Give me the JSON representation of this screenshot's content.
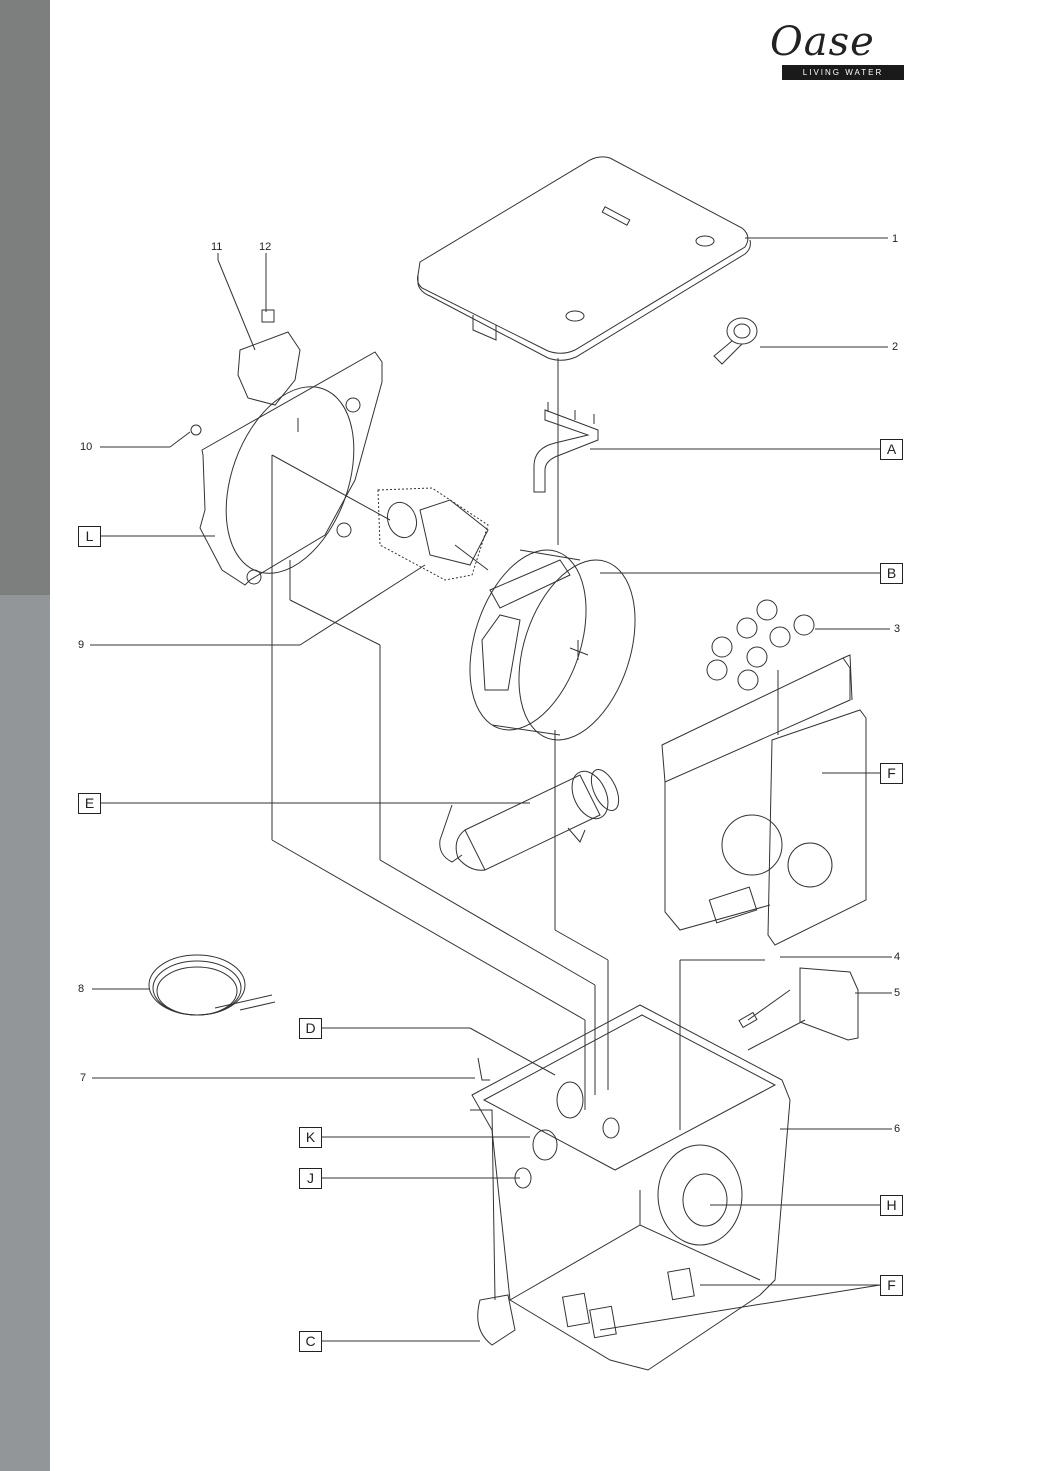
{
  "brand": {
    "name": "Oase",
    "tagline": "LIVING WATER"
  },
  "callouts": {
    "numbers": [
      "1",
      "2",
      "3",
      "4",
      "5",
      "6",
      "7",
      "8",
      "9",
      "10",
      "11",
      "12"
    ],
    "letters": [
      "A",
      "B",
      "C",
      "D",
      "E",
      "F",
      "F",
      "H",
      "J",
      "K",
      "L"
    ]
  },
  "colors": {
    "sidebar_dark": "#7c7f7e",
    "sidebar_light": "#939699",
    "line": "#222222"
  }
}
